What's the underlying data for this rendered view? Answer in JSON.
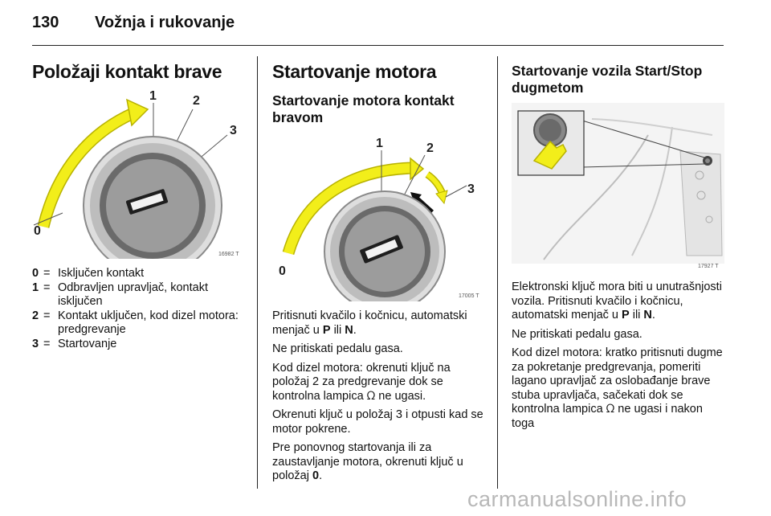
{
  "header": {
    "page_number": "130",
    "title": "Vožnja i rukovanje"
  },
  "col1": {
    "heading": "Položaji kontakt brave",
    "figure_no": "16982 T",
    "figure_labels": {
      "l0": "0",
      "l1": "1",
      "l2": "2",
      "l3": "3"
    },
    "legend": [
      {
        "key": "0",
        "eq": "=",
        "text": "Isključen kontakt"
      },
      {
        "key": "1",
        "eq": "=",
        "text": "Odbravljen upravljač, kontakt isključen"
      },
      {
        "key": "2",
        "eq": "=",
        "text": "Kontakt uključen, kod dizel motora: predgrevanje"
      },
      {
        "key": "3",
        "eq": "=",
        "text": "Startovanje"
      }
    ]
  },
  "col2": {
    "heading": "Startovanje motora",
    "subheading": "Startovanje motora kontakt bravom",
    "figure_no": "17005 T",
    "figure_labels": {
      "l0": "0",
      "l1": "1",
      "l2": "2",
      "l3": "3"
    },
    "p1_a": "Pritisnuti kvačilo i kočnicu, automatski menjač u ",
    "p1_b": "P",
    "p1_c": " ili ",
    "p1_d": "N",
    "p1_e": ".",
    "p2": "Ne pritiskati pedalu gasa.",
    "p3_a": "Kod dizel motora: okrenuti ključ na položaj 2 za predgrevanje dok se kontrolna lampica ",
    "p3_icon": "ᘯ",
    "p3_b": " ne ugasi.",
    "p4": "Okrenuti ključ u položaj 3 i otpusti kad se motor pokrene.",
    "p5_a": "Pre ponovnog startovanja ili za zaustavljanje motora, okrenuti ključ u položaj ",
    "p5_b": "0",
    "p5_c": "."
  },
  "col3": {
    "heading": "Startovanje vozila Start/Stop dugmetom",
    "figure_no": "17927 T",
    "p1": "Elektronski ključ mora biti u unutrašnjosti vozila. Pritisnuti kvačilo i kočnicu, automatski menjač u ",
    "p1_b": "P",
    "p1_c": " ili ",
    "p1_d": "N",
    "p1_e": ".",
    "p2": "Ne pritiskati pedalu gasa.",
    "p3_a": "Kod dizel motora: kratko pritisnuti dugme za pokretanje predgrevanja, pomeriti lagano upravljač za oslobađanje brave stuba upravljača, sačekati dok se kontrolna lampica ",
    "p3_icon": "ᘯ",
    "p3_b": " ne ugasi i nakon toga"
  },
  "footer": {
    "watermark": "carmanualsonline.info"
  },
  "colors": {
    "yellow": "#f2ee1a",
    "yellow_dark": "#b8b200",
    "ring": "#9a9a9a",
    "text": "#111111"
  }
}
